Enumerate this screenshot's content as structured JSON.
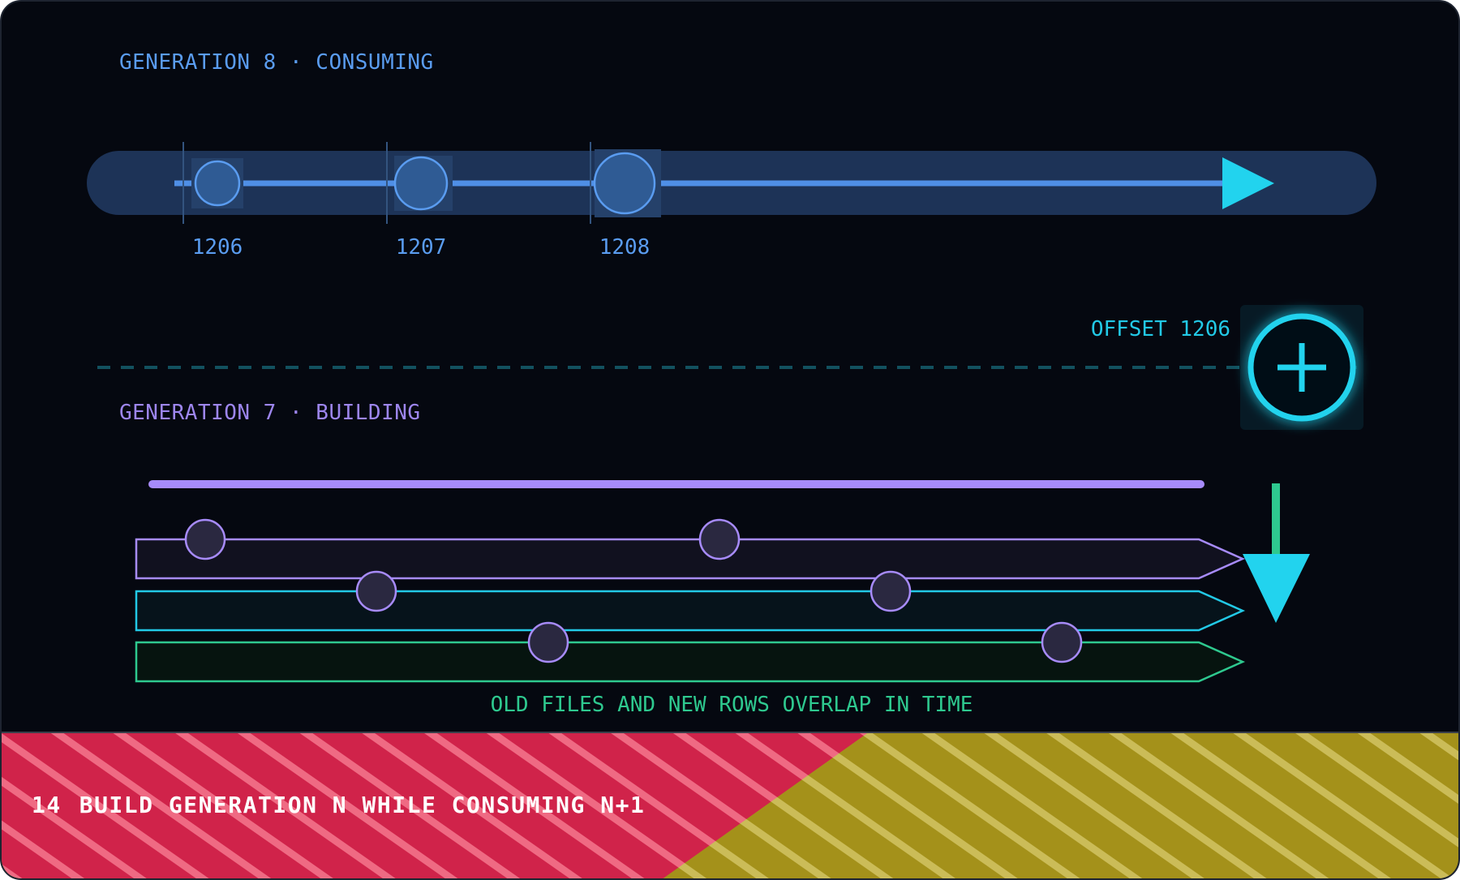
{
  "generation_consuming": {
    "label": "GENERATION 8 · CONSUMING",
    "offsets": [
      "1206",
      "1207",
      "1208"
    ],
    "color": "#5a9cf0",
    "arrow_color": "#22d3ee"
  },
  "cursor": {
    "label": "OFFSET 1206",
    "icon": "plus-icon",
    "color": "#22d3ee"
  },
  "generation_building": {
    "label": "GENERATION 7 · BUILDING",
    "color": "#a78bfa",
    "lane_colors": [
      "#a78bfa",
      "#22c9e6",
      "#2ec98f"
    ]
  },
  "overlap_note": "OLD FILES AND NEW ROWS OVERLAP IN TIME",
  "footer": {
    "number": "14",
    "title": "BUILD GENERATION N WHILE CONSUMING N+1",
    "colors": [
      "#d0234a",
      "#a4911a"
    ]
  }
}
